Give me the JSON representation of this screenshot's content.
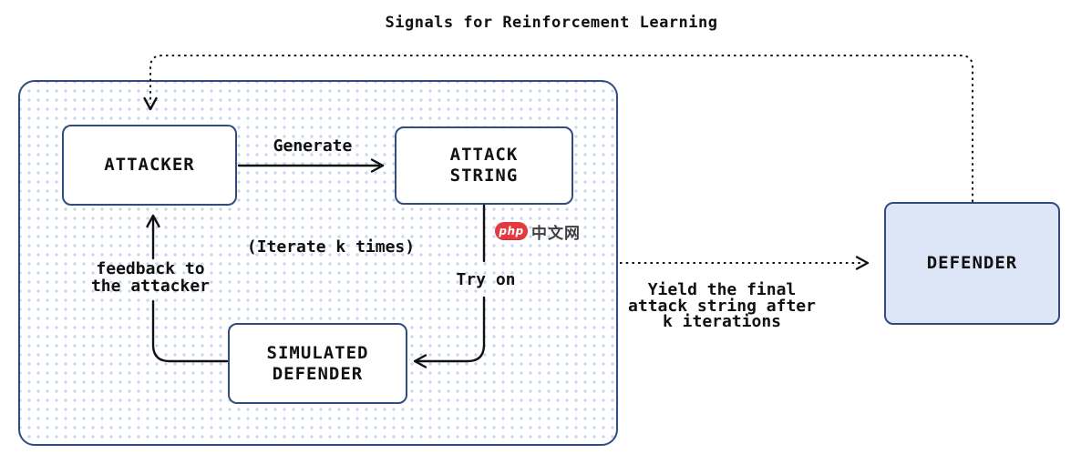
{
  "diagram": {
    "title": "Signals for Reinforcement Learning",
    "nodes": {
      "attacker": {
        "label": "ATTACKER"
      },
      "attack_string": {
        "line1": "ATTACK",
        "line2": "STRING"
      },
      "simulated_defender": {
        "line1": "SIMULATED",
        "line2": "DEFENDER"
      },
      "defender": {
        "label": "DEFENDER"
      }
    },
    "edge_labels": {
      "generate": "Generate",
      "iterate": "(Iterate k times)",
      "try_on": "Try on",
      "feedback_line1": "feedback to",
      "feedback_line2": "the attacker",
      "yield_line1": "Yield the final",
      "yield_line2": "attack string after",
      "yield_line3": "k iterations"
    },
    "watermark": {
      "badge": "php",
      "text": "中文网"
    },
    "colors": {
      "node_border": "#314d80",
      "container_dot": "#c7d5f3",
      "defender_fill": "#dce6f7",
      "arrow": "#111111",
      "watermark_red": "#e23a3f",
      "background": "#ffffff"
    }
  }
}
